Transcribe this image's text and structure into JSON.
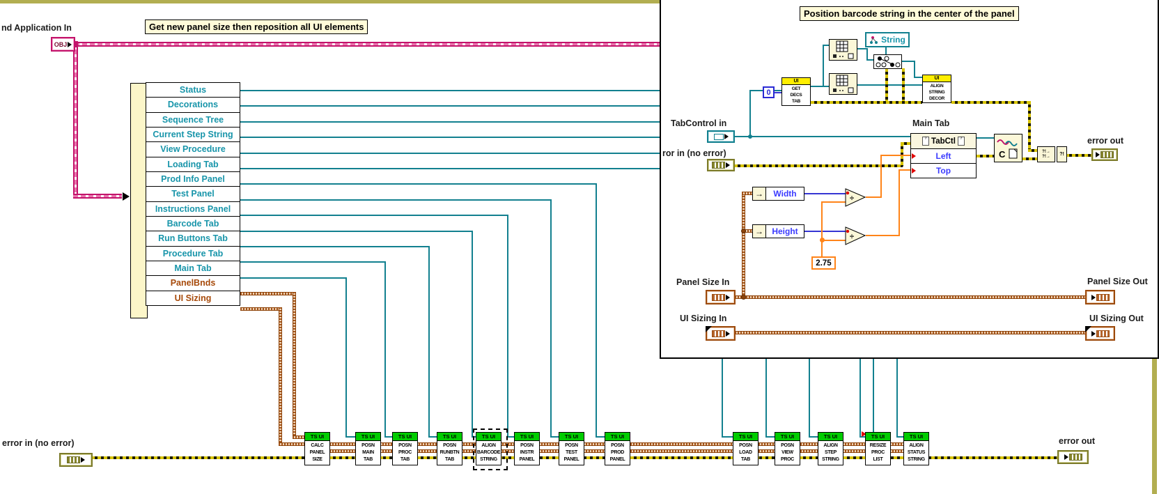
{
  "colors": {
    "teal_wire": "#12808F",
    "teal_text": "#1895AA",
    "pink_class": "#C3136B",
    "rust_cluster": "#8D4309",
    "orange_float": "#FF8419",
    "blue_int": "#3535D3",
    "error_yellow": "#D8C405",
    "vi_green": "#00CC00",
    "ui_yellow": "#FFEE00",
    "structure_olive": "#B2AE51"
  },
  "top": {
    "app_in_label": "nd Application In",
    "obj_label": "OBJ",
    "comment": "Get new panel size then reposition all UI elements"
  },
  "unbundle": {
    "items": [
      "Status",
      "Decorations",
      "Sequence Tree",
      "Current Step String",
      "View Procedure",
      "Loading Tab",
      "Prod Info Panel",
      "Test Panel",
      "Instructions Panel",
      "Barcode Tab",
      "Run Buttons Tab",
      "Procedure Tab",
      "Main Tab",
      "PanelBnds",
      "UI Sizing"
    ]
  },
  "bottom": {
    "error_in_label": "error in (no error)",
    "error_out_label": "error out"
  },
  "vis": {
    "banner": "TS UI",
    "items": [
      {
        "lines": [
          "CALC",
          "PANEL",
          "SIZE"
        ]
      },
      {
        "lines": [
          "POSN",
          "MAIN",
          "TAB"
        ]
      },
      {
        "lines": [
          "POSN",
          "PROC",
          "TAB"
        ]
      },
      {
        "lines": [
          "POSN",
          "RUNBTN",
          "TAB"
        ]
      },
      {
        "lines": [
          "ALIGN",
          "BARCODE",
          "STRING"
        ]
      },
      {
        "lines": [
          "POSN",
          "INSTR",
          "PANEL"
        ]
      },
      {
        "lines": [
          "POSN",
          "TEST",
          "PANEL"
        ]
      },
      {
        "lines": [
          "POSN",
          "PROD",
          "PANEL"
        ]
      },
      {
        "lines": [
          "POSN",
          "LOAD",
          "TAB"
        ]
      },
      {
        "lines": [
          "POSN",
          "VIEW",
          "PROC"
        ]
      },
      {
        "lines": [
          "ALIGN",
          "STEP",
          "STRING"
        ]
      },
      {
        "lines": [
          "RESIZE",
          "PROC",
          "LIST"
        ]
      },
      {
        "lines": [
          "ALIGN",
          "STATUS",
          "STRING"
        ]
      }
    ]
  },
  "panel": {
    "title": "Position barcode string in the center of the panel",
    "tabcontrol_in_label": "TabControl in",
    "error_in_label": "ror in (no error)",
    "main_tab_label": "Main Tab",
    "error_out_label": "error out",
    "panel_size_in_label": "Panel Size In",
    "ui_sizing_in_label": "UI Sizing In",
    "panel_size_out_label": "Panel Size Out",
    "ui_sizing_out_label": "UI Sizing Out",
    "string_constant": "String",
    "zero_constant": "0",
    "divisor_constant": "2.75",
    "width_label": "Width",
    "height_label": "Height",
    "unbundle_arrow": "→",
    "divide_symbol": "÷",
    "property_node": {
      "class_name": "TabCtl",
      "rows": [
        "Left",
        "Top"
      ]
    },
    "get_decs_tab": {
      "banner": "UI",
      "lines": [
        "GET",
        "DECS",
        "TAB"
      ]
    },
    "align_string_decor": {
      "banner": "UI",
      "lines": [
        "ALIGN",
        "STRING",
        "DECOR"
      ]
    },
    "close_reference": {
      "letter": "C"
    },
    "merge_errors": {
      "rows": [
        "?!→",
        "?!→"
      ],
      "out": "?!"
    }
  }
}
